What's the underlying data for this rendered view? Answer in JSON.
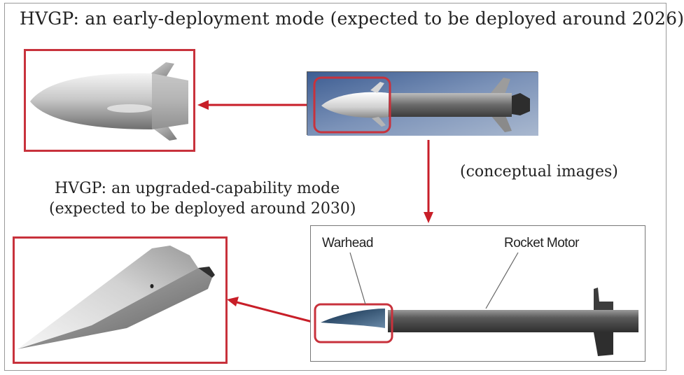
{
  "title": "HVGP: an early-deployment mode (expected to be deployed around 2026)",
  "upgraded_mode": {
    "line1": "HVGP: an upgraded-capability mode",
    "line2": "(expected to be deployed around 2030)"
  },
  "concept_note": "(conceptual images)",
  "schematic": {
    "warhead_label": "Warhead",
    "motor_label": "Rocket Motor"
  },
  "colors": {
    "highlight": "#c8323c",
    "arrow": "#c81e28",
    "sky": "#5a78a8"
  }
}
